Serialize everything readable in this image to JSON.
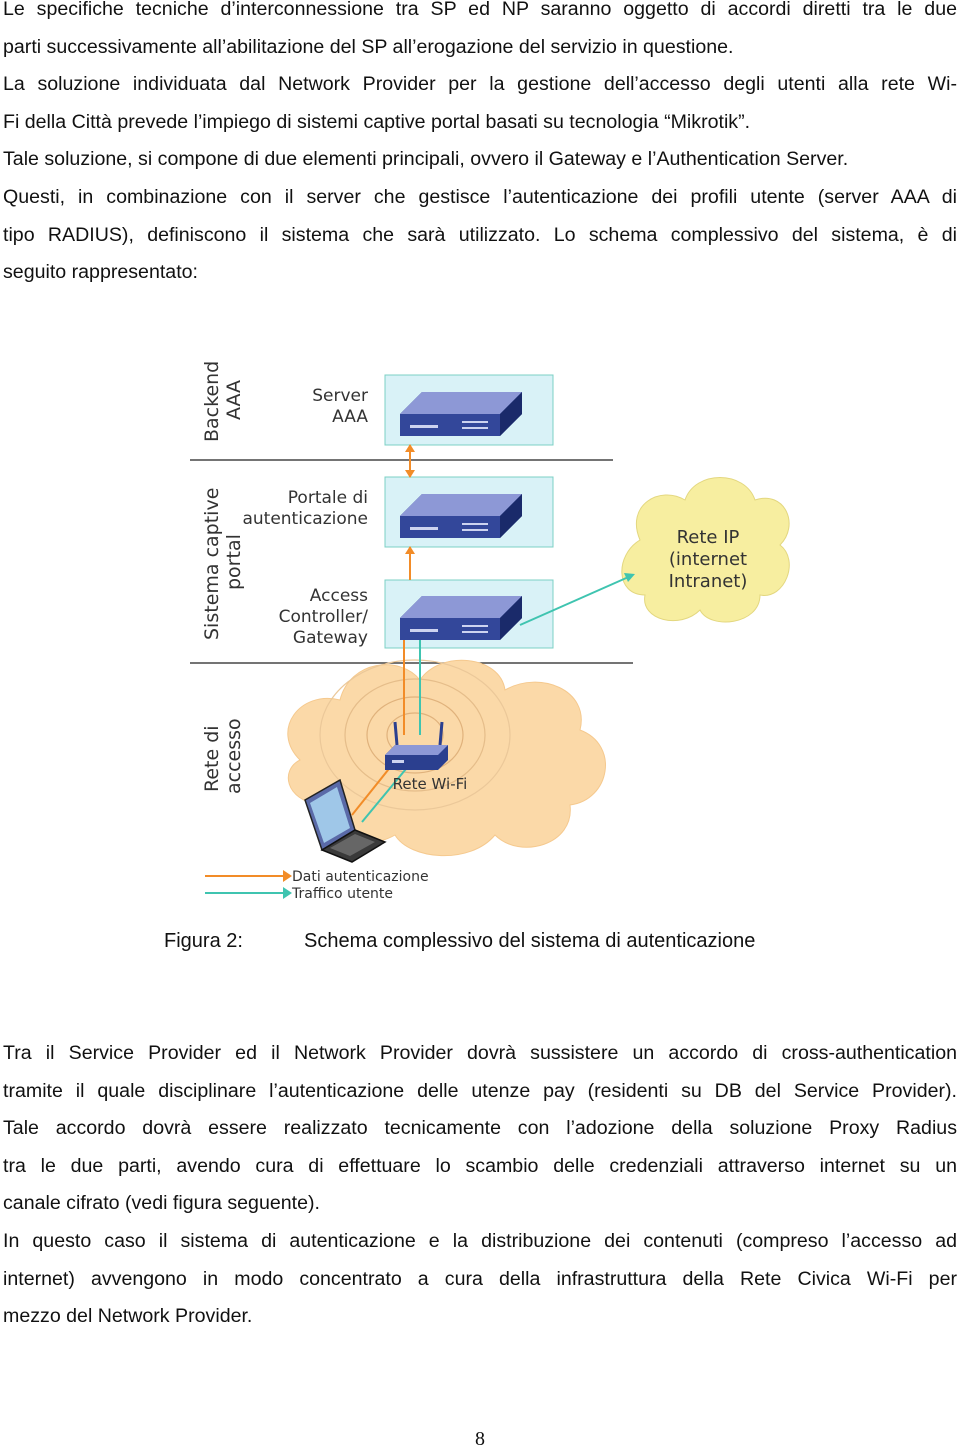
{
  "intro": {
    "lines": [
      "Le specifiche tecniche d’interconnessione tra SP ed NP saranno oggetto di accordi diretti tra le due",
      "parti successivamente all’abilitazione del SP all’erogazione del servizio in questione.",
      "La soluzione individuata dal Network Provider per la gestione dell’accesso degli utenti alla rete Wi-",
      "Fi della Città prevede l’impiego di sistemi captive portal basati su tecnologia “Mikrotik”.",
      "Tale soluzione, si compone di due elementi principali, ovvero il Gateway e l’Authentication Server.",
      "Questi, in combinazione con il server che gestisce l’autenticazione dei profili utente (server AAA di",
      "tipo RADIUS), definiscono il sistema che sarà utilizzato. Lo schema complessivo del sistema, è di",
      "seguito rappresentato:"
    ]
  },
  "diagram": {
    "sections": {
      "backend": [
        "Backend",
        "AAA"
      ],
      "captive": [
        "Sistema captive",
        "portal"
      ],
      "access": [
        "Rete di",
        "accesso"
      ]
    },
    "devices": {
      "server": [
        "Server",
        "AAA"
      ],
      "portal": [
        "Portale di",
        "autenticazione"
      ],
      "gateway": [
        "Access",
        "Controller/",
        "Gateway"
      ]
    },
    "cloud_ip": [
      "Rete IP",
      "(internet",
      "Intranet)"
    ],
    "wifi_label": "Rete Wi-Fi",
    "legend": {
      "auth": "Dati autenticazione",
      "traffic": "Traffico utente"
    },
    "colors": {
      "auth": "#f28c28",
      "traffic": "#3fc4b0",
      "cloud": "#fbd9a8",
      "cloud_ip": "#f7eea0",
      "panel": "#d9f2f7",
      "device": "#2b3f8f"
    }
  },
  "caption": {
    "label": "Figura 2:",
    "text": "Schema complessivo del sistema di autenticazione"
  },
  "body": {
    "lines": [
      "Tra il Service Provider ed il Network Provider dovrà sussistere un accordo di cross-authentication",
      "tramite il quale disciplinare l’autenticazione delle utenze pay (residenti su DB del Service Provider).",
      "Tale accordo dovrà essere realizzato tecnicamente con l’adozione della soluzione Proxy Radius",
      "tra le due parti, avendo cura di effettuare lo scambio delle credenziali attraverso internet su un",
      "canale cifrato (vedi figura seguente).",
      "In questo caso il sistema di autenticazione e la distribuzione dei contenuti (compreso l’accesso ad",
      "internet) avvengono in modo concentrato a cura della infrastruttura della Rete Civica Wi-Fi per",
      "mezzo del Network Provider."
    ]
  },
  "page_number": "8"
}
